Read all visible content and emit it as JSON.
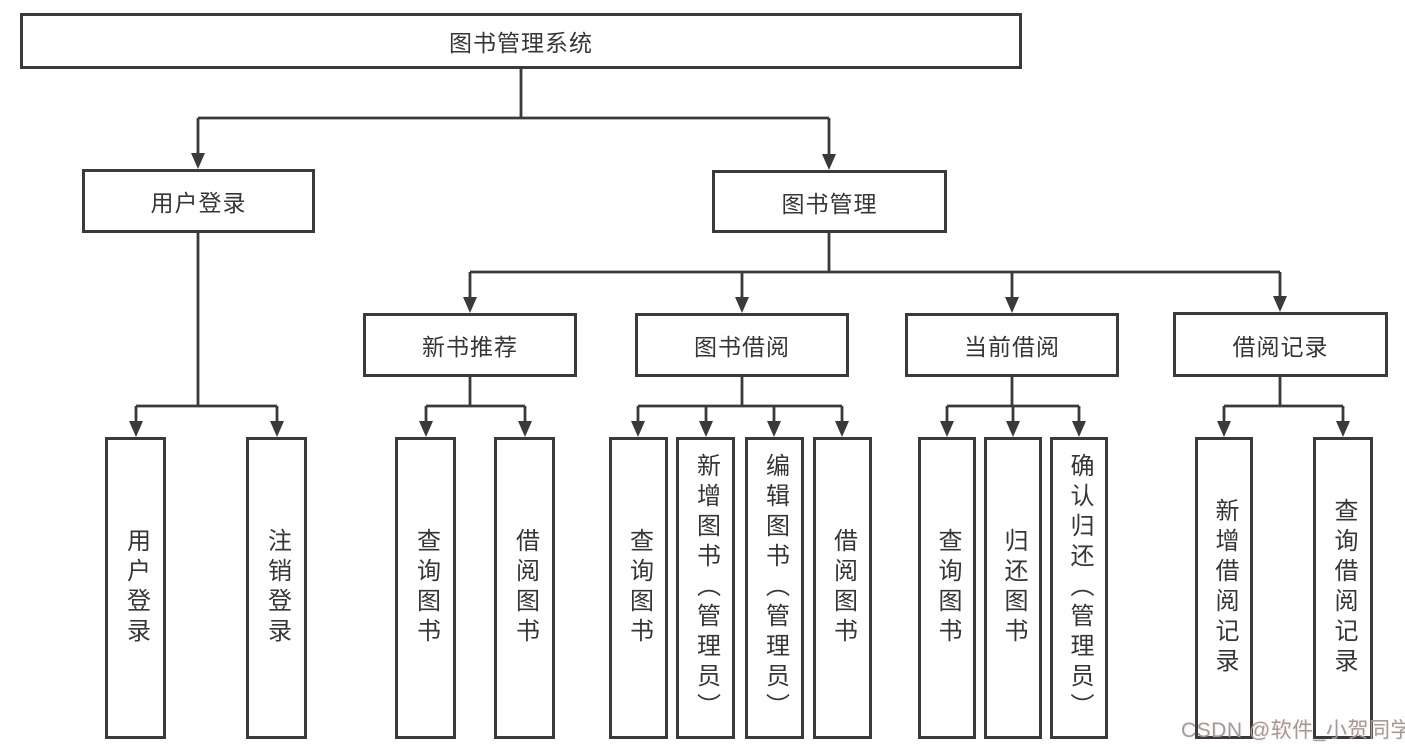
{
  "diagram": {
    "root": {
      "label": "图书管理系统"
    },
    "user_login_branch": {
      "label": "用户登录",
      "children": [
        {
          "label": "用户登录"
        },
        {
          "label": "注销登录"
        }
      ]
    },
    "book_mgmt_branch": {
      "label": "图书管理",
      "sections": [
        {
          "label": "新书推荐",
          "children": [
            {
              "label": "查询图书"
            },
            {
              "label": "借阅图书"
            }
          ]
        },
        {
          "label": "图书借阅",
          "children": [
            {
              "label": "查询图书"
            },
            {
              "label": "新增图书（管理员）"
            },
            {
              "label": "编辑图书（管理员）"
            },
            {
              "label": "借阅图书"
            }
          ]
        },
        {
          "label": "当前借阅",
          "children": [
            {
              "label": "查询图书"
            },
            {
              "label": "归还图书"
            },
            {
              "label": "确认归还（管理员）"
            }
          ]
        },
        {
          "label": "借阅记录",
          "children": [
            {
              "label": "新增借阅记录"
            },
            {
              "label": "查询借阅记录"
            }
          ]
        }
      ]
    }
  },
  "watermark": {
    "text": "CSDN @软件_小贺同学"
  },
  "colors": {
    "line": "#3a3a3a",
    "text": "#363636",
    "background": "#ffffff",
    "watermark": "#a29a9a"
  }
}
